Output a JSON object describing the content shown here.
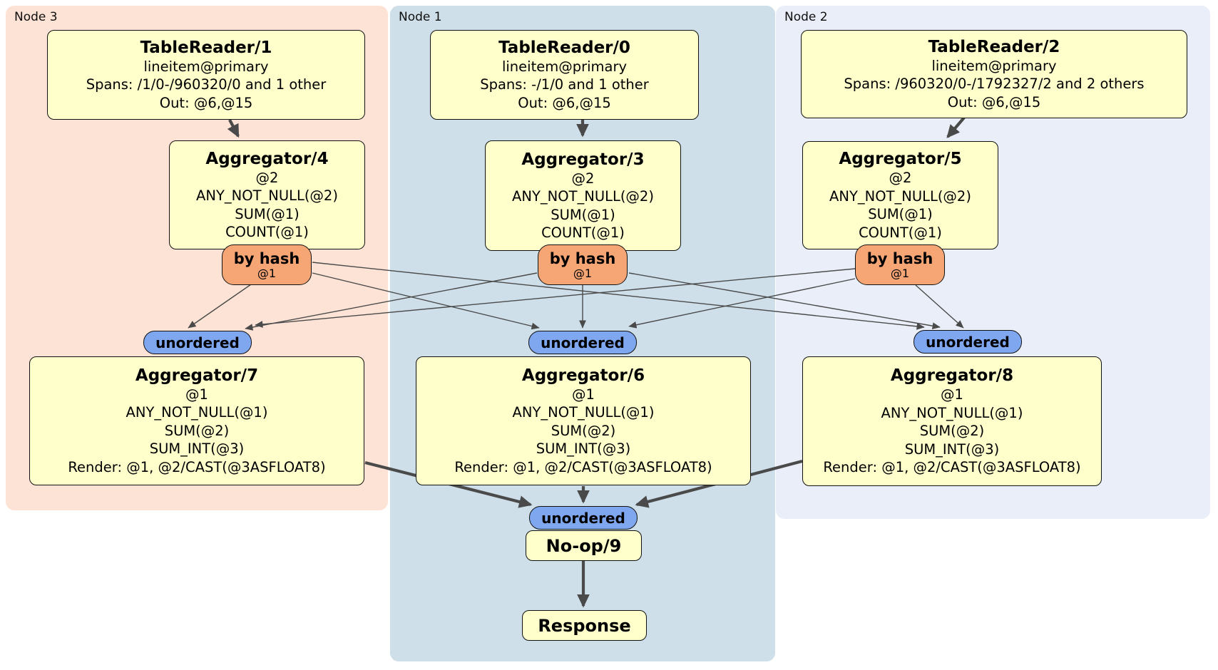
{
  "panels": {
    "node3": {
      "label": "Node 3"
    },
    "node1": {
      "label": "Node 1"
    },
    "node2": {
      "label": "Node 2"
    }
  },
  "nodes": {
    "tr1": {
      "title": "TableReader/1",
      "lines": [
        "lineitem@primary",
        "Spans: /1/0-/960320/0 and 1 other",
        "Out: @6,@15"
      ]
    },
    "tr0": {
      "title": "TableReader/0",
      "lines": [
        "lineitem@primary",
        "Spans: -/1/0 and 1 other",
        "Out: @6,@15"
      ]
    },
    "tr2": {
      "title": "TableReader/2",
      "lines": [
        "lineitem@primary",
        "Spans: /960320/0-/1792327/2 and 2 others",
        "Out: @6,@15"
      ]
    },
    "agg4": {
      "title": "Aggregator/4",
      "lines": [
        "@2",
        "ANY_NOT_NULL(@2)",
        "SUM(@1)",
        "COUNT(@1)"
      ]
    },
    "agg3": {
      "title": "Aggregator/3",
      "lines": [
        "@2",
        "ANY_NOT_NULL(@2)",
        "SUM(@1)",
        "COUNT(@1)"
      ]
    },
    "agg5": {
      "title": "Aggregator/5",
      "lines": [
        "@2",
        "ANY_NOT_NULL(@2)",
        "SUM(@1)",
        "COUNT(@1)"
      ]
    },
    "agg7": {
      "title": "Aggregator/7",
      "lines": [
        "@1",
        "ANY_NOT_NULL(@1)",
        "SUM(@2)",
        "SUM_INT(@3)",
        "Render: @1, @2/CAST(@3ASFLOAT8)"
      ]
    },
    "agg6": {
      "title": "Aggregator/6",
      "lines": [
        "@1",
        "ANY_NOT_NULL(@1)",
        "SUM(@2)",
        "SUM_INT(@3)",
        "Render: @1, @2/CAST(@3ASFLOAT8)"
      ]
    },
    "agg8": {
      "title": "Aggregator/8",
      "lines": [
        "@1",
        "ANY_NOT_NULL(@1)",
        "SUM(@2)",
        "SUM_INT(@3)",
        "Render: @1, @2/CAST(@3ASFLOAT8)"
      ]
    },
    "noop": {
      "title": "No-op/9"
    },
    "response": {
      "title": "Response"
    }
  },
  "routers": {
    "by_hash": {
      "label": "by hash",
      "detail": "@1"
    },
    "unordered": {
      "label": "unordered"
    }
  },
  "colors": {
    "node3_bg": "#fce3d5",
    "node1_bg": "#cedfe9",
    "node2_bg": "#e9eef8",
    "box_bg": "#ffffcc",
    "by_hash_bg": "#f6a675",
    "unordered_bg": "#7ea7ef",
    "edge": "#4a4a4a"
  }
}
